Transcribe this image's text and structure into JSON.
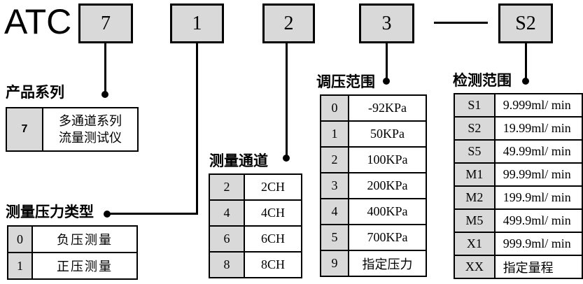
{
  "code": {
    "prefix": "ATC",
    "segments": [
      "7",
      "1",
      "2",
      "3",
      "S2"
    ],
    "separator": "—"
  },
  "product_series": {
    "title": "产品系列",
    "rows": [
      {
        "key": "7",
        "value": "多通道系列\n流量测试仪"
      }
    ]
  },
  "pressure_type": {
    "title": "测量压力类型",
    "rows": [
      {
        "key": "0",
        "value": "负压测量"
      },
      {
        "key": "1",
        "value": "正压测量"
      }
    ]
  },
  "channels": {
    "title": "测量通道",
    "rows": [
      {
        "key": "2",
        "value": "2CH"
      },
      {
        "key": "4",
        "value": "4CH"
      },
      {
        "key": "6",
        "value": "6CH"
      },
      {
        "key": "8",
        "value": "8CH"
      }
    ]
  },
  "pressure_range": {
    "title": "调压范围",
    "rows": [
      {
        "key": "0",
        "value": "-92KPa"
      },
      {
        "key": "1",
        "value": "50KPa"
      },
      {
        "key": "2",
        "value": "100KPa"
      },
      {
        "key": "3",
        "value": "200KPa"
      },
      {
        "key": "4",
        "value": "400KPa"
      },
      {
        "key": "5",
        "value": "700KPa"
      },
      {
        "key": "9",
        "value": "指定压力"
      }
    ]
  },
  "detect_range": {
    "title": "检测范围",
    "rows": [
      {
        "key": "S1",
        "value": "9.999ml/ min"
      },
      {
        "key": "S2",
        "value": "19.99ml/ min"
      },
      {
        "key": "S5",
        "value": "49.99ml/ min"
      },
      {
        "key": "M1",
        "value": "99.99ml/ min"
      },
      {
        "key": "M2",
        "value": "199.9ml/ min"
      },
      {
        "key": "M5",
        "value": "499.9ml/ min"
      },
      {
        "key": "X1",
        "value": "999.9ml/ min"
      },
      {
        "key": "XX",
        "value": "指定量程"
      }
    ]
  },
  "colors": {
    "box_fill": "#d9d9d9",
    "line": "#000000",
    "background": "#ffffff"
  }
}
